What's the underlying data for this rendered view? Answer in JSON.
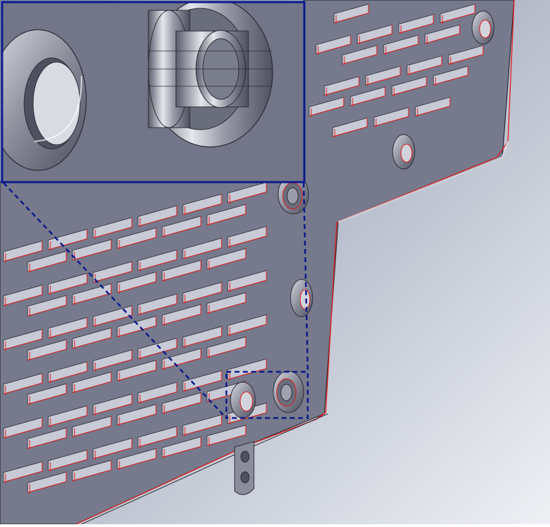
{
  "viewport": {
    "kind": "cad-3d-view",
    "background_top": "#7f8aa3",
    "background_bottom": "#eef0f4"
  },
  "model": {
    "part": "sheet-metal-panel",
    "face_color": "#767a8c",
    "edge_color": "#e01a1a",
    "slot_face_color": "#c8cad6",
    "outline_color": "#2a2a33"
  },
  "detail_view": {
    "border_color": "#0a1a8c",
    "style": "magnified-inset"
  },
  "detail_region": {
    "border_color": "#0a1a8c",
    "style": "dashed-box"
  }
}
